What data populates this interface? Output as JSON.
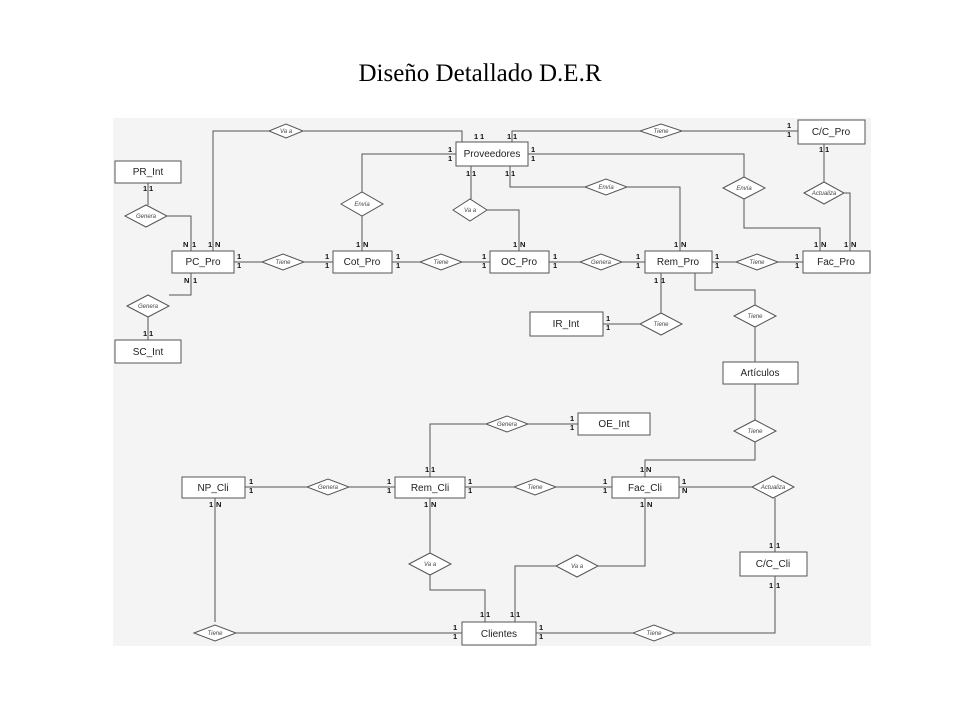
{
  "title": "Diseño Detallado D.E.R",
  "entities": {
    "pr_int": "PR_Int",
    "pc_pro": "PC_Pro",
    "sc_int": "SC_Int",
    "cot_pro": "Cot_Pro",
    "oc_pro": "OC_Pro",
    "rem_pro": "Rem_Pro",
    "fac_pro": "Fac_Pro",
    "cc_pro": "C/C_Pro",
    "proveedores": "Proveedores",
    "ir_int": "IR_Int",
    "articulos": "Artículos",
    "oe_int": "OE_Int",
    "np_cli": "NP_Cli",
    "rem_cli": "Rem_Cli",
    "fac_cli": "Fac_Cli",
    "cc_cli": "C/C_Cli",
    "clientes": "Clientes"
  },
  "relationships": {
    "genera": "Genera",
    "tiene": "Tiene",
    "va_a": "Va a",
    "envia": "Envía",
    "actualiza": "Actualiza"
  },
  "cardinality": {
    "one": "1",
    "many": "N"
  }
}
